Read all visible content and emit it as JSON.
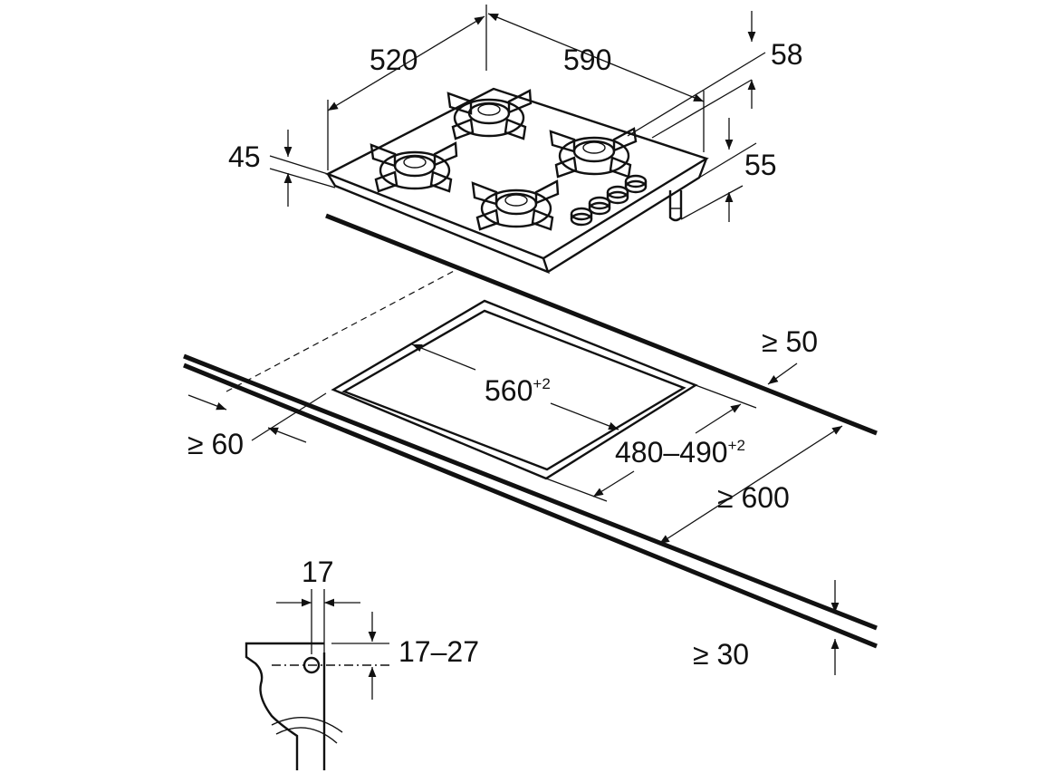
{
  "diagram": {
    "colors": {
      "line": "#111111",
      "background": "#ffffff"
    },
    "hob_dimensions": {
      "width": "590",
      "depth": "520",
      "height": "45",
      "right_offset": "58",
      "foot_height": "55"
    },
    "cutout": {
      "width": "560",
      "width_tolerance": "+2",
      "depth": "480–490",
      "depth_tolerance": "+2"
    },
    "clearances": {
      "rear": "≥ 50",
      "front": "≥ 60",
      "worktop_depth": "≥ 600",
      "worktop_thickness": "≥ 30"
    },
    "detail": {
      "offset": "17",
      "thickness_range": "17–27"
    }
  }
}
